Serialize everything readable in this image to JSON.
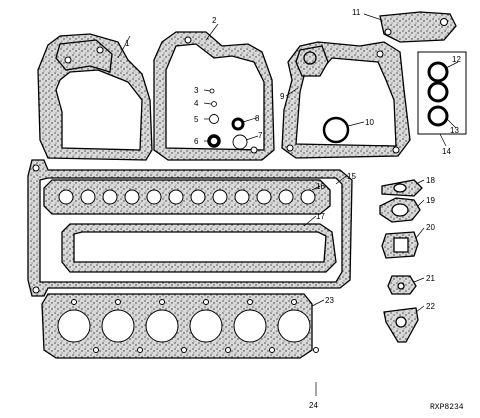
{
  "diagram": {
    "callouts": [
      "1",
      "2",
      "3",
      "4",
      "5",
      "6",
      "7",
      "8",
      "9",
      "10",
      "11",
      "12",
      "13",
      "14",
      "15",
      "16",
      "17",
      "18",
      "19",
      "20",
      "21",
      "22",
      "23"
    ],
    "figure_number": "24",
    "reference_code": "RXP8234"
  }
}
